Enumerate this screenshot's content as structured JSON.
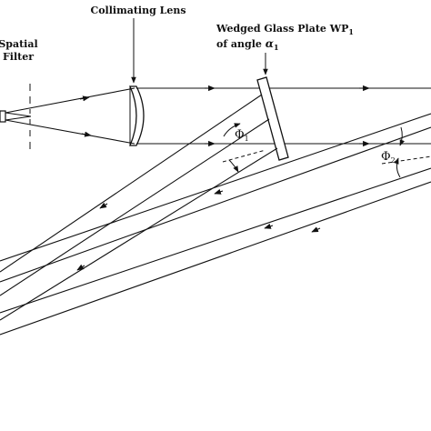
{
  "labels": {
    "spatial_filter_line1": "Spatial",
    "spatial_filter_line2": "Filter",
    "collimating_lens": "Collimating Lens",
    "wedged_plate_line1": "Wedged Glass Plate WP",
    "wedged_plate_line1_sub": "1",
    "wedged_plate_line2": "of angle ",
    "alpha_symbol": "α",
    "alpha_sub": "1",
    "phi1_symbol": "Φ",
    "phi1_sub": "1",
    "phi2_symbol": "Φ",
    "phi2_sub": "2"
  },
  "colors": {
    "ink": "#111111",
    "background": "#ffffff"
  }
}
